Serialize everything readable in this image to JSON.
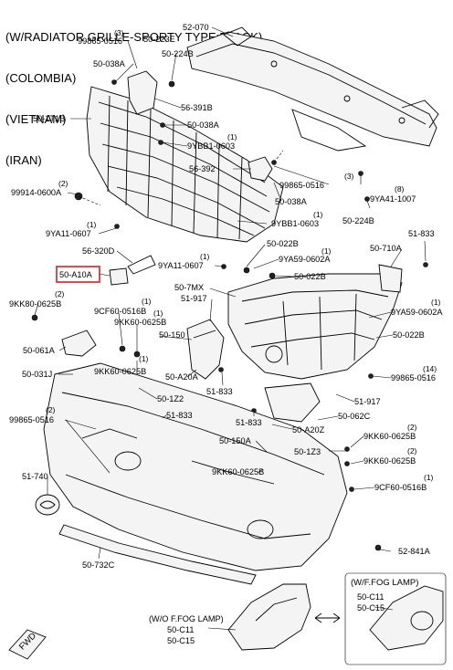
{
  "title_lines": [
    "(W/RADIATOR GRILLE-SPORTY TYPE:BLACK)",
    "(COLOMBIA)",
    "(VIETNAM)",
    "(IRAN)"
  ],
  "highlight_color": "#d61f26",
  "callouts": {
    "c52_070": "52-070",
    "c99865_0516_a": "99865-0516",
    "q3_a": "(3)",
    "c50_223E": "50-223E",
    "c50_224B_a": "50-224B",
    "c50_038A_a": "50-038A",
    "c50_1T1B": "50-1T1B",
    "c56_391B": "56-391B",
    "c50_038A_b": "50-038A",
    "q1_ybb1": "(1)",
    "c9YBB1_0603_a": "9YBB1-0603",
    "c56_392": "56-392",
    "q2_99914": "(2)",
    "c99914_0600A": "99914-0600A",
    "c50_038A_c": "50-038A",
    "q3_b": "(3)",
    "c99865_0516_b": "99865-0516",
    "c50_224B_b": "50-224B",
    "q8": "(8)",
    "c9YA41_1007": "9YA41-1007",
    "q1_9ya11_a": "(1)",
    "c9YA11_0607_a": "9YA11-0607",
    "q1_ybb1_b": "(1)",
    "c9YBB1_0603_b": "9YBB1-0603",
    "c56_320D": "56-320D",
    "c50_022B_a": "50-022B",
    "q1_9ya59_a": "(1)",
    "c9YA59_0602A_a": "9YA59-0602A",
    "q1_9ya11_b": "(1)",
    "c9YA11_0607_b": "9YA11-0607",
    "c50_022B_b": "50-022B",
    "c50_710A": "50-710A",
    "c51_833_a": "51-833",
    "c50_A10A": "50-A10A",
    "c50_7MX": "50-7MX",
    "q2_9kk80_a": "(2)",
    "c9KK80_0625B_a": "9KK80-0625B",
    "c51_917_a": "51-917",
    "q1_9cf60_a": "(1)",
    "c9CF60_0516B_a": "9CF60-0516B",
    "q1_9kk60_a": "(1)",
    "c9KK60_0625B_a": "9KK60-0625B",
    "q1_9ya59_b": "(1)",
    "c9YA59_0602A_b": "9YA59-0602A",
    "c50_150": "50-150",
    "c50_061A": "50-061A",
    "c50_022B_c": "50-022B",
    "q1_9kk60_b": "(1)",
    "c9KK60_0625B_b": "9KK60-0625B",
    "c50_031J": "50-031J",
    "c50_A20A": "50-A20A",
    "q14": "(14)",
    "c99865_0516_c": "99865-0516",
    "c50_1Z2": "50-1Z2",
    "c51_833_b": "51-833",
    "c51_917_b": "51-917",
    "q2_99865_d": "(2)",
    "c99865_0516_d": "99865-0516",
    "c51_833_c": "51-833",
    "c51_833_d": "51-833",
    "c50_062C": "50-062C",
    "c50_A20Z": "50-A20Z",
    "q2_9kk60_c": "(2)",
    "c9KK60_0625B_c": "9KK60-0625B",
    "c50_150A": "50-150A",
    "c50_1Z3": "50-1Z3",
    "q2_9kk60_d": "(2)",
    "c9KK60_0625B_d": "9KK60-0625B",
    "c9KK60_0625B_e": "9KK60-0625B",
    "c51_740": "51-740",
    "q1_9cf60_b": "(1)",
    "c9CF60_0516B_b": "9CF60-0516B",
    "c52_841A": "52-841A",
    "c50_732C": "50-732C",
    "wo_fog_title": "(W/O F.FOG LAMP)",
    "wo_fog_c11": "50-C11",
    "wo_fog_c15": "50-C15",
    "w_fog_title": "(W/F.FOG LAMP)",
    "w_fog_c11": "50-C11",
    "w_fog_c15": "50-C15",
    "fwd": "FWD"
  }
}
